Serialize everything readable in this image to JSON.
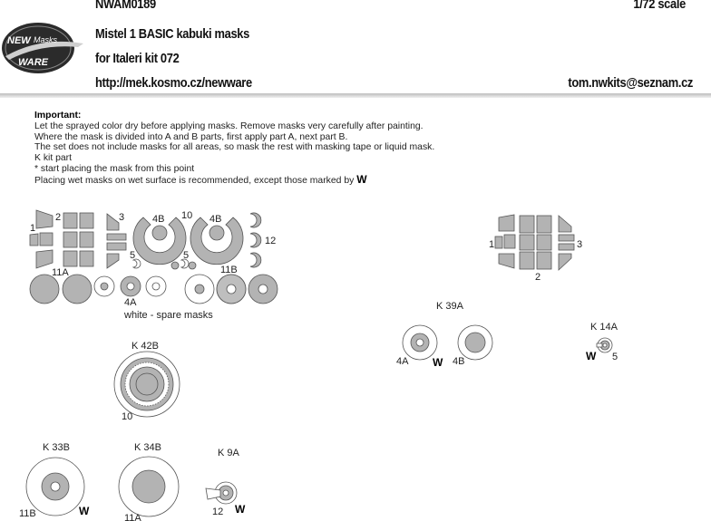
{
  "header": {
    "code": "NWAM0189",
    "scale": "1/72 scale",
    "title": "Mistel 1 BASIC kabuki masks",
    "kit": "for Italeri kit 072",
    "url": "http://mek.kosmo.cz/newware",
    "email": "tom.nwkits@seznam.cz"
  },
  "logo": {
    "line1": "NEW",
    "line2": "Masks",
    "line3": "WARE"
  },
  "notes": {
    "heading": "Important:",
    "lines": [
      "Let the sprayed color dry before applying masks. Remove masks very carefully after painting.",
      "Where the mask is divided into A and B parts, first apply part A, next part B.",
      "The set does not include masks for all areas, so mask the rest with masking tape or liquid mask.",
      "K kit part",
      "*  start placing the mask from this point"
    ],
    "last_line": "Placing wet masks on wet surface is recommended, except those marked by",
    "wet_mark": "W"
  },
  "labels": {
    "l1": "1",
    "l2": "2",
    "l3": "3",
    "l4b_a": "4B",
    "l10": "10",
    "l4b_b": "4B",
    "l5a": "5",
    "l5b": "5",
    "l12": "12",
    "l11a": "11A",
    "l11b": "11B",
    "l4a": "4A",
    "spare": "white - spare masks",
    "r1": "1",
    "r3": "3",
    "r2": "2",
    "k39a": "K 39A",
    "k39_4a": "4A",
    "k39_w": "W",
    "k39_4b": "4B",
    "k14a": "K 14A",
    "k14_w": "W",
    "k14_5": "5",
    "k42b": "K 42B",
    "k42_10": "10",
    "k33b": "K 33B",
    "k33_11b": "11B",
    "k33_w": "W",
    "k34b": "K 34B",
    "k34_11a": "11A",
    "k9a": "K 9A",
    "k9_12": "12",
    "k9_w": "W"
  },
  "colors": {
    "mask": "#b3b3b3",
    "outline": "#555555",
    "white_mask": "#ffffff"
  }
}
